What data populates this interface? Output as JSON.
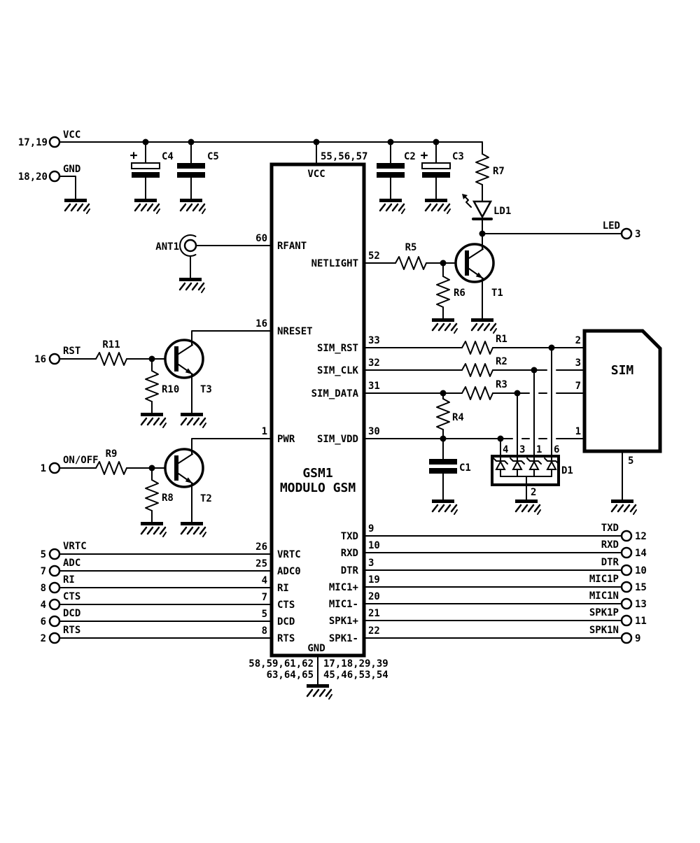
{
  "terminals": {
    "vcc": {
      "number": "17,19",
      "label": "VCC"
    },
    "gnd": {
      "number": "18,20",
      "label": "GND"
    },
    "led": {
      "number": "3",
      "label": "LED"
    },
    "rst": {
      "number": "16",
      "label": "RST"
    },
    "onoff": {
      "number": "1",
      "label": "ON/OFF"
    },
    "ant": {
      "label": "ANT1"
    },
    "left": [
      {
        "number": "5",
        "label": "VRTC"
      },
      {
        "number": "7",
        "label": "ADC"
      },
      {
        "number": "8",
        "label": "RI"
      },
      {
        "number": "4",
        "label": "CTS"
      },
      {
        "number": "6",
        "label": "DCD"
      },
      {
        "number": "2",
        "label": "RTS"
      }
    ],
    "right": [
      {
        "number": "12",
        "label": "TXD"
      },
      {
        "number": "14",
        "label": "RXD"
      },
      {
        "number": "10",
        "label": "DTR"
      },
      {
        "number": "15",
        "label": "MIC1P"
      },
      {
        "number": "13",
        "label": "MIC1N"
      },
      {
        "number": "11",
        "label": "SPK1P"
      },
      {
        "number": "9",
        "label": "SPK1N"
      }
    ]
  },
  "module": {
    "ref": "GSM1",
    "name": "MODULO GSM",
    "top_pin": {
      "numbers": "55,56,57",
      "label": "VCC"
    },
    "left_pins": [
      {
        "number": "60",
        "label": "RFANT"
      },
      {
        "number": "16",
        "label": "NRESET"
      },
      {
        "number": "1",
        "label": "PWR"
      },
      {
        "number": "26",
        "label": "VRTC"
      },
      {
        "number": "25",
        "label": "ADC0"
      },
      {
        "number": "4",
        "label": "RI"
      },
      {
        "number": "7",
        "label": "CTS"
      },
      {
        "number": "5",
        "label": "DCD"
      },
      {
        "number": "8",
        "label": "RTS"
      }
    ],
    "right_pins": [
      {
        "number": "52",
        "label": "NETLIGHT"
      },
      {
        "number": "33",
        "label": "SIM_RST"
      },
      {
        "number": "32",
        "label": "SIM_CLK"
      },
      {
        "number": "31",
        "label": "SIM_DATA"
      },
      {
        "number": "30",
        "label": "SIM_VDD"
      },
      {
        "number": "9",
        "label": "TXD"
      },
      {
        "number": "10",
        "label": "RXD"
      },
      {
        "number": "3",
        "label": "DTR"
      },
      {
        "number": "19",
        "label": "MIC1+"
      },
      {
        "number": "20",
        "label": "MIC1-"
      },
      {
        "number": "21",
        "label": "SPK1+"
      },
      {
        "number": "22",
        "label": "SPK1-"
      }
    ],
    "gnd": {
      "label": "GND",
      "left1": "58,59,61,62",
      "left2": "63,64,65",
      "right1": "17,18,29,39",
      "right2": "45,46,53,54"
    }
  },
  "components": {
    "c4": {
      "ref": "C4",
      "plus": "+"
    },
    "c5": {
      "ref": "C5"
    },
    "c2": {
      "ref": "C2"
    },
    "c3": {
      "ref": "C3",
      "plus": "+"
    },
    "r7": {
      "ref": "R7"
    },
    "ld1": {
      "ref": "LD1"
    },
    "t1": {
      "ref": "T1"
    },
    "r5": {
      "ref": "R5"
    },
    "r6": {
      "ref": "R6"
    },
    "r11": {
      "ref": "R11"
    },
    "r10": {
      "ref": "R10"
    },
    "t3": {
      "ref": "T3"
    },
    "r9": {
      "ref": "R9"
    },
    "r8": {
      "ref": "R8"
    },
    "t2": {
      "ref": "T2"
    },
    "r1": {
      "ref": "R1"
    },
    "r2": {
      "ref": "R2"
    },
    "r3": {
      "ref": "R3"
    },
    "r4": {
      "ref": "R4"
    },
    "c1": {
      "ref": "C1"
    },
    "d1": {
      "ref": "D1",
      "pins": [
        "4",
        "3",
        "1",
        "6"
      ],
      "bottom_pin": "2"
    },
    "sim": {
      "label": "SIM",
      "pins": [
        "2",
        "3",
        "7",
        "1"
      ],
      "bottom_pin": "5"
    }
  }
}
